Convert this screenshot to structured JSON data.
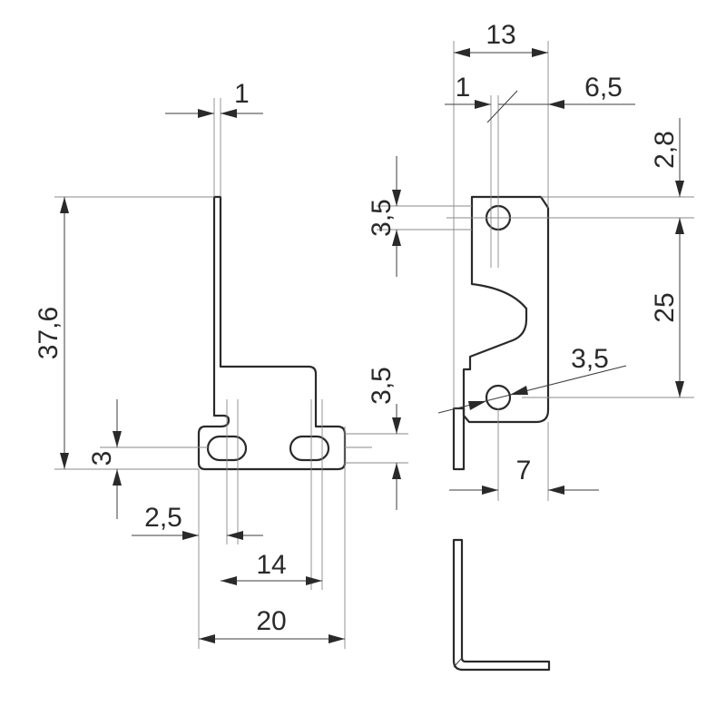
{
  "dimensions": {
    "front_view": {
      "sheet_thickness": "1",
      "overall_height": "37,6",
      "slot_height": "3",
      "slot_offset": "2,5",
      "slot_spacing": "14",
      "overall_width": "20",
      "tab_height": "3,5"
    },
    "side_view": {
      "overall_width": "13",
      "sheet_thickness": "1",
      "hole_center_offset": "6,5",
      "top_to_hole": "2,8",
      "hole_height": "3,5",
      "hole_spacing": "25",
      "hole_diameter": "3,5",
      "hole_to_edge": "7"
    }
  }
}
